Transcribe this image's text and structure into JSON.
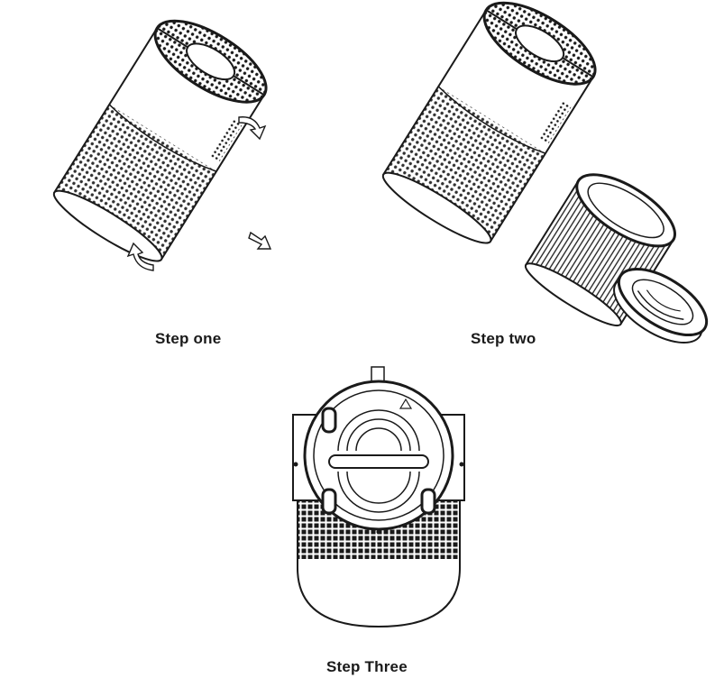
{
  "steps": [
    {
      "caption": "Step one"
    },
    {
      "caption": "Step two"
    },
    {
      "caption": "Step Three"
    }
  ],
  "colors": {
    "line": "#1a1a1a",
    "background": "#ffffff"
  }
}
